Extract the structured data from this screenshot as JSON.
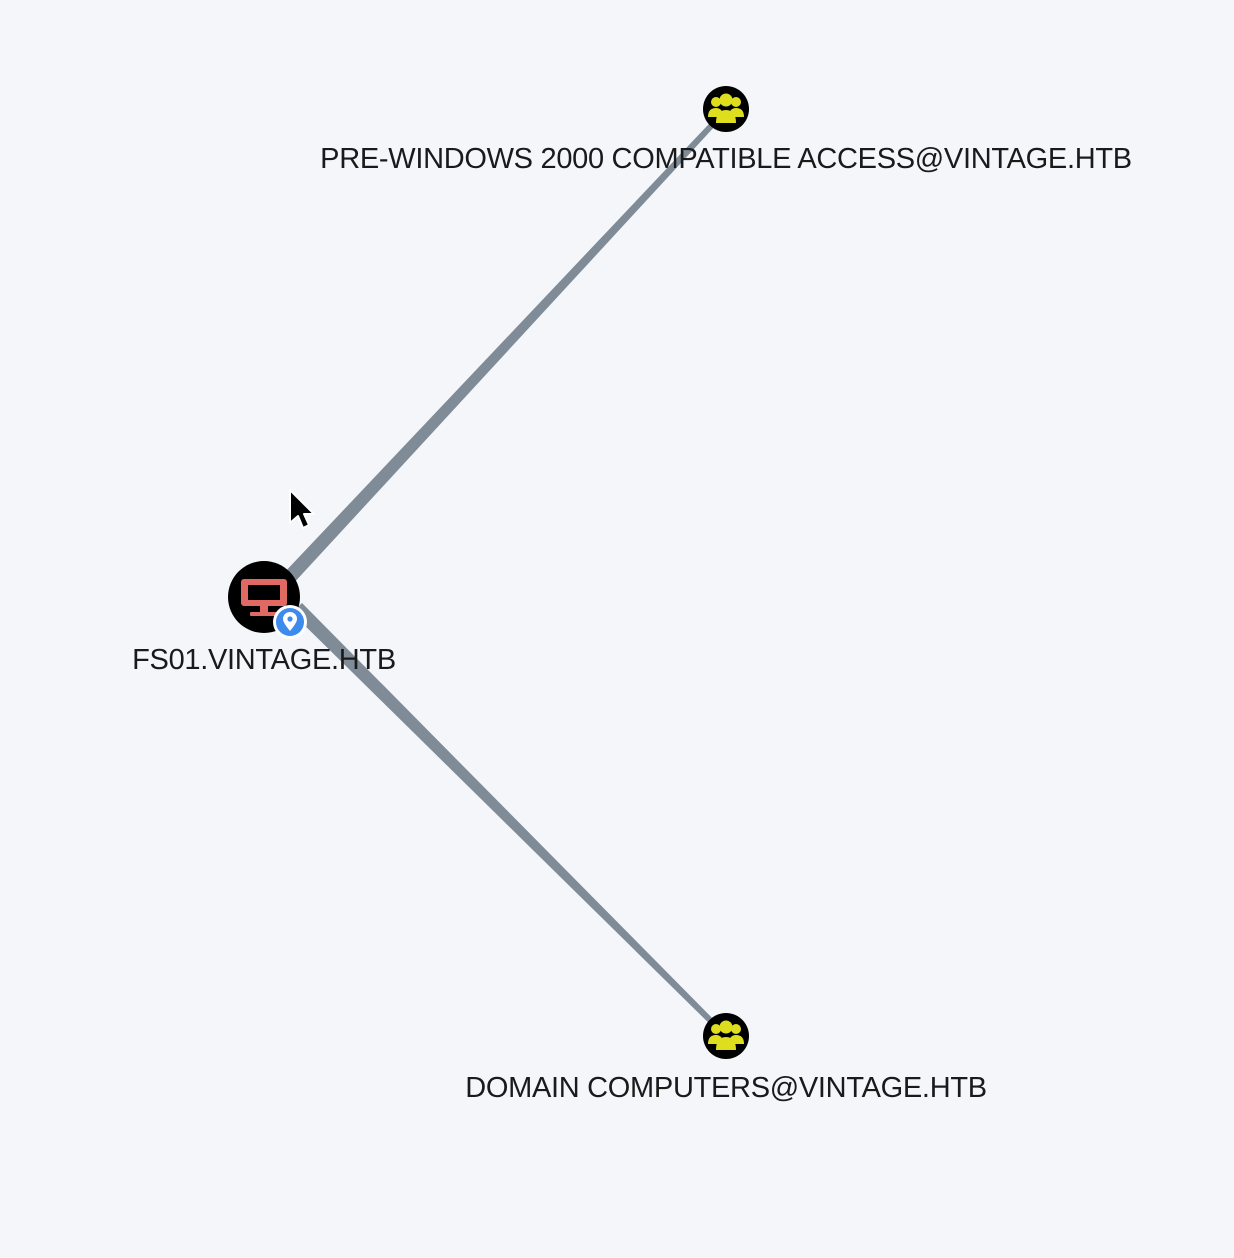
{
  "graph": {
    "nodes": [
      {
        "id": "fs01",
        "label": "FS01.VINTAGE.HTB",
        "kind": "computer",
        "icon": "computer-icon",
        "badge": "location-pin-icon"
      },
      {
        "id": "prewin2000",
        "label": "PRE-WINDOWS 2000 COMPATIBLE ACCESS@VINTAGE.HTB",
        "kind": "group",
        "icon": "group-icon"
      },
      {
        "id": "domaincomputers",
        "label": "DOMAIN COMPUTERS@VINTAGE.HTB",
        "kind": "group",
        "icon": "group-icon"
      }
    ],
    "edges": [
      {
        "from": "fs01",
        "to": "prewin2000"
      },
      {
        "from": "fs01",
        "to": "domaincomputers"
      }
    ],
    "colors": {
      "background": "#f4f6fa",
      "edge": "#7f8c98",
      "computer_node": "#000000",
      "computer_icon": "#e06a63",
      "group_node": "#000000",
      "group_icon": "#dede1e",
      "pin_badge": "#3d8bec"
    }
  },
  "cursor": {
    "icon": "mouse-pointer-icon"
  }
}
